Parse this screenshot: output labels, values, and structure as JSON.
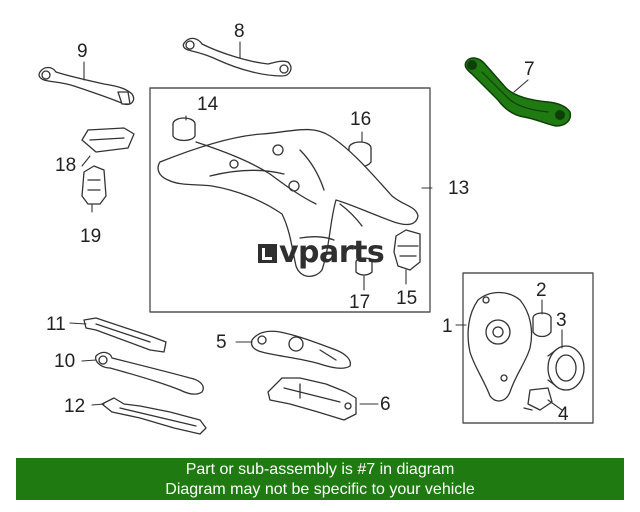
{
  "diagram": {
    "callouts": [
      "1",
      "2",
      "3",
      "4",
      "5",
      "6",
      "7",
      "8",
      "9",
      "10",
      "11",
      "12",
      "13",
      "14",
      "15",
      "16",
      "17",
      "18",
      "19"
    ],
    "highlight_color": "#1f7a12",
    "outline_color": "#333333"
  },
  "watermark": {
    "brand_text": "vparts",
    "logo": "vparts-logo"
  },
  "banner": {
    "line1": "Part or sub-assembly is #7 in diagram",
    "line2": "Diagram may not be specific to your vehicle",
    "background": "#1f7a12"
  }
}
